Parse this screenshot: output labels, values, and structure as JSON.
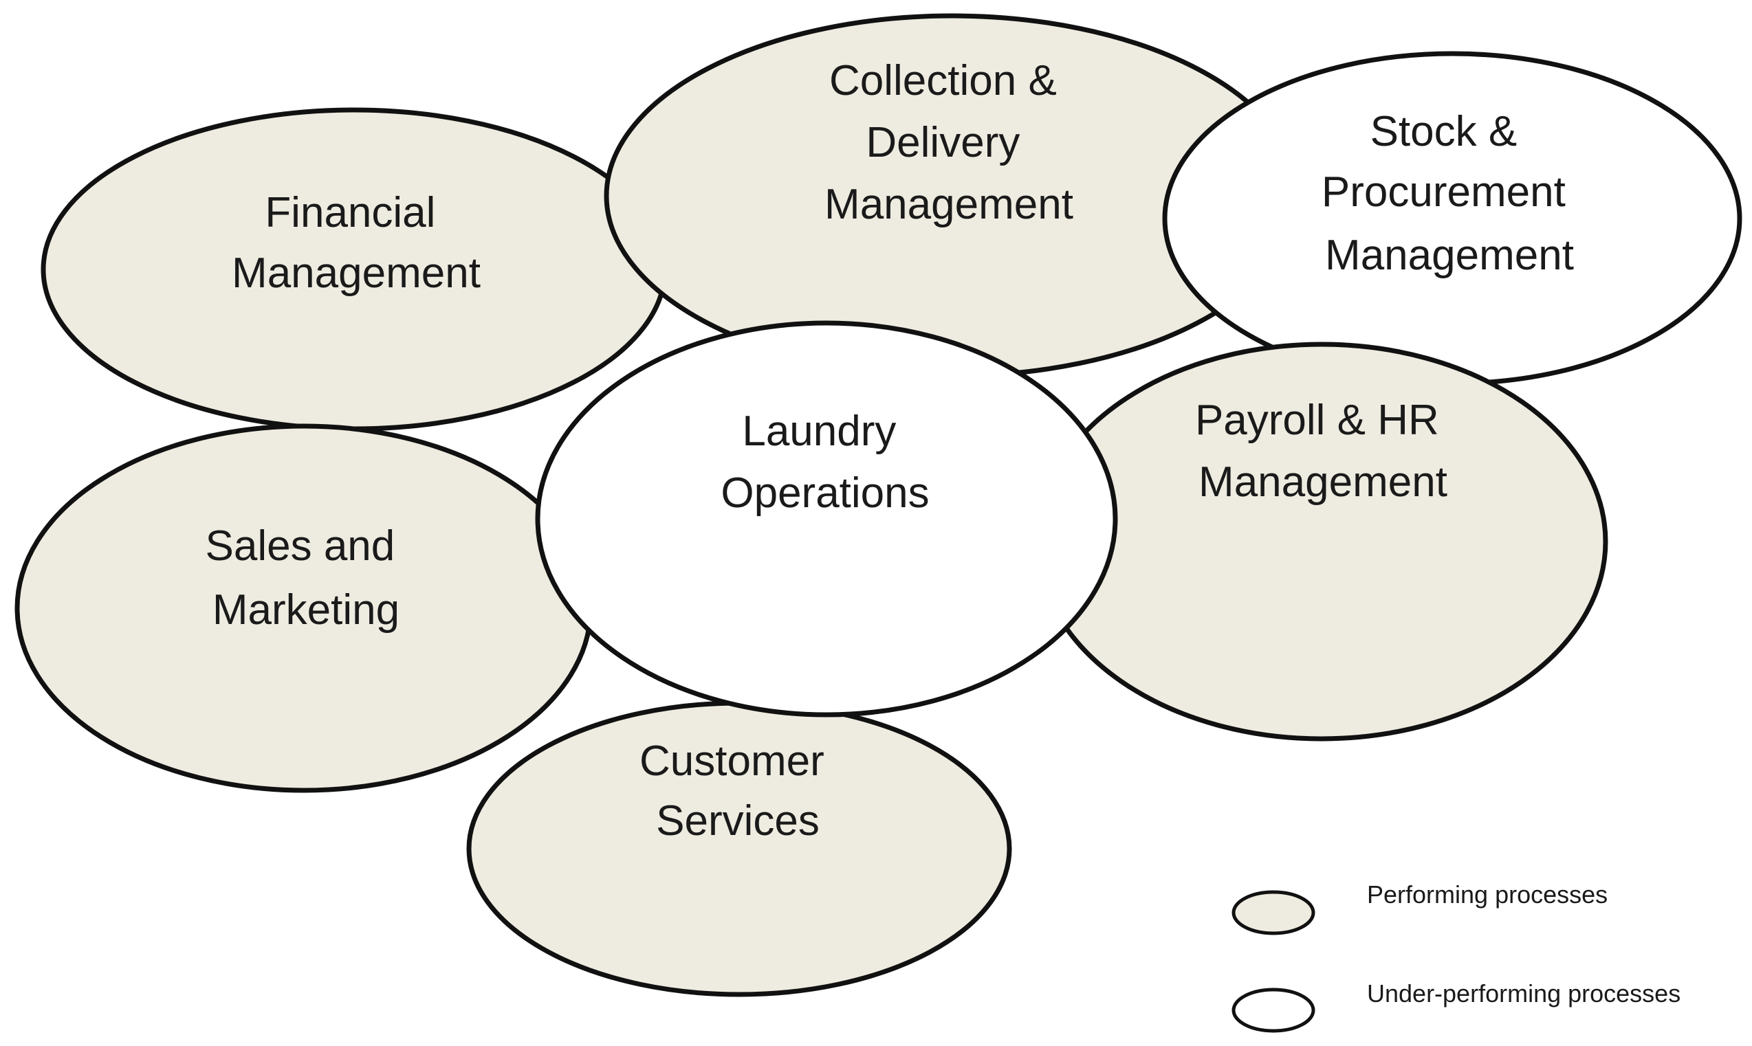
{
  "colors": {
    "performing_fill": "#eeebe0",
    "underperforming_fill": "#ffffff",
    "stroke": "#111111"
  },
  "processes": {
    "financial": {
      "lines": [
        "Financial",
        "Management"
      ],
      "status": "performing"
    },
    "collection": {
      "lines": [
        "Collection &",
        "Delivery",
        "Management"
      ],
      "status": "performing"
    },
    "stock": {
      "lines": [
        "Stock &",
        "Procurement",
        "Management"
      ],
      "status": "under-performing"
    },
    "sales": {
      "lines": [
        "Sales and",
        "Marketing"
      ],
      "status": "performing"
    },
    "payroll": {
      "lines": [
        "Payroll & HR",
        "Management"
      ],
      "status": "performing"
    },
    "laundry": {
      "lines": [
        "Laundry",
        "Operations"
      ],
      "status": "under-performing"
    },
    "customer": {
      "lines": [
        "Customer",
        "Services"
      ],
      "status": "performing"
    }
  },
  "legend": {
    "performing_label": "Performing processes",
    "underperforming_label": "Under-performing processes"
  }
}
